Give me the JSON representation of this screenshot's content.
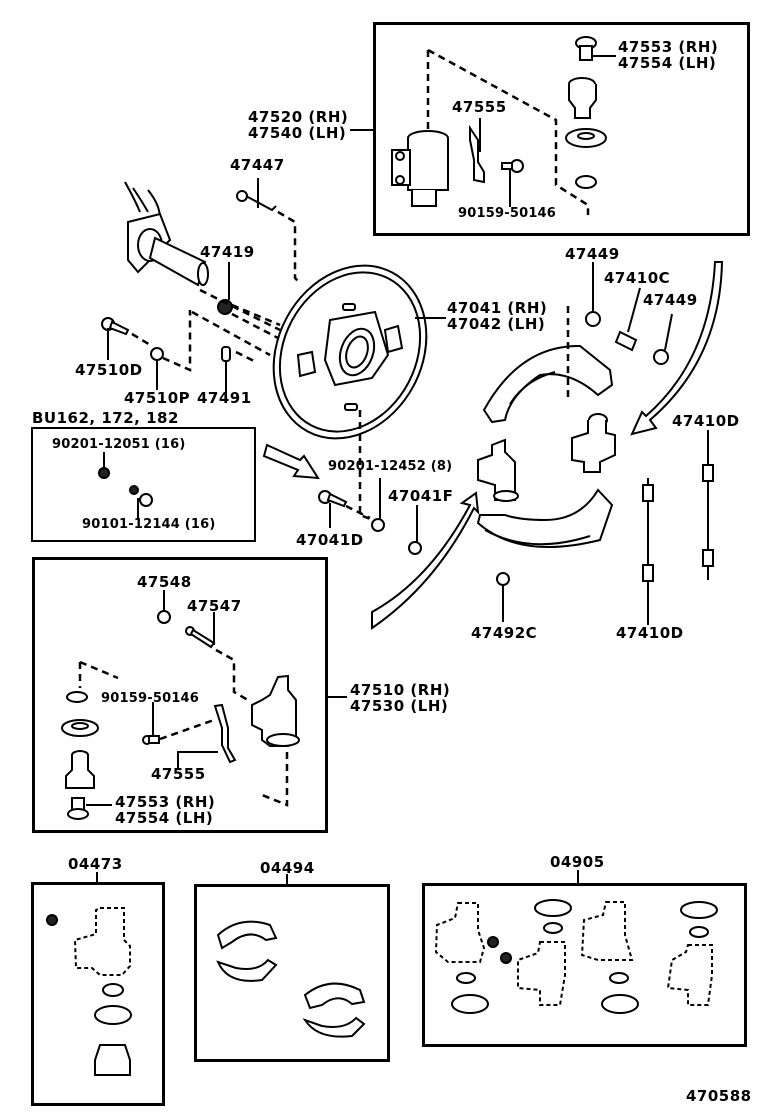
{
  "diagram": {
    "type": "exploded-parts-diagram",
    "subject": "Rear drum brake assembly",
    "figure_number": "470588",
    "top_box": {
      "labels": {
        "main_rh": "47520 (RH)",
        "main_lh": "47540 (LH)",
        "adjuster_rh": "47553 (RH)",
        "adjuster_lh": "47554 (LH)",
        "plate": "47555",
        "screw": "90159-50146"
      }
    },
    "center": {
      "labels": {
        "bolt": "47447",
        "nut_spindle": "47419",
        "backing_rh": "47041 (RH)",
        "backing_lh": "47042 (LH)",
        "bolt_d": "47510D",
        "washer_p": "47510P",
        "plug": "47491",
        "bolt_41d": "47041D",
        "nut_8": "90201-12452 (8)",
        "nut_41f": "47041F"
      }
    },
    "variant_box": {
      "heading": "BU162, 172, 182",
      "nut": "90201-12051 (16)",
      "bolt": "90101-12144 (16)"
    },
    "right": {
      "labels": {
        "retainer_1": "47449",
        "spring_c": "47410C",
        "retainer_2": "47449",
        "spring_d_top": "47410D",
        "spring_d_bottom": "47410D",
        "clip": "47492C"
      }
    },
    "mid_box": {
      "labels": {
        "cap": "47548",
        "bleeder": "47547",
        "screw": "90159-50146",
        "plate": "47555",
        "adjuster_rh": "47553 (RH)",
        "adjuster_lh": "47554 (LH)",
        "cylinder_rh": "47510 (RH)",
        "cylinder_lh": "47530 (LH)"
      }
    },
    "kits": [
      {
        "label": "04473"
      },
      {
        "label": "04494"
      },
      {
        "label": "04905"
      }
    ]
  }
}
